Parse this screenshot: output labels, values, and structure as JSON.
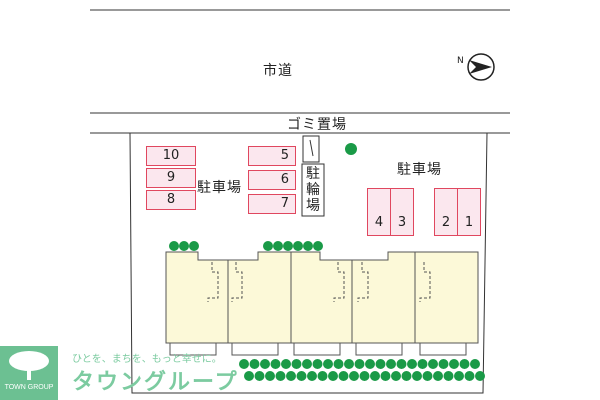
{
  "map": {
    "road_label": "市道",
    "garbage_label": "ゴミ置場",
    "bike_parking_label": "駐輪場",
    "parking_left_label": "駐車場",
    "parking_right_label": "駐車場",
    "compass_label": "N",
    "parking_slots_left": [
      "10",
      "9",
      "8"
    ],
    "parking_slots_center": [
      "5",
      "6",
      "7"
    ],
    "parking_slots_right_a": [
      "4",
      "3"
    ],
    "parking_slots_right_b": [
      "2",
      "1"
    ]
  },
  "brand": {
    "tagline": "ひとを、まちを、もっと幸せに。",
    "company_name": "タウングループ",
    "logo_caption": "TOWN GROUP",
    "color": "#6cc092"
  }
}
